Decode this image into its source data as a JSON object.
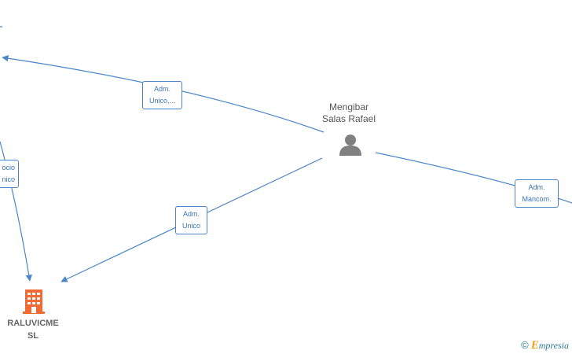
{
  "colors": {
    "edge": "#4a86c8",
    "person_icon": "#808080",
    "company_icon": "#f06a35"
  },
  "person": {
    "name_line1": "Mengibar",
    "name_line2": "Salas Rafael",
    "icon": "person-icon"
  },
  "company": {
    "name_line1": "RALUVICME",
    "name_line2": "SL",
    "icon": "building-icon"
  },
  "edges": {
    "top_left": {
      "line1": "Adm.",
      "line2": "Unico,..."
    },
    "left_partial": {
      "line1": "ocio",
      "line2": "nico"
    },
    "center": {
      "line1": "Adm.",
      "line2": "Unico"
    },
    "right": {
      "line1": "Adm.",
      "line2": "Mancom."
    }
  },
  "watermark": {
    "symbol": "©",
    "brand_initial": "E",
    "brand_rest": "mpresia"
  }
}
